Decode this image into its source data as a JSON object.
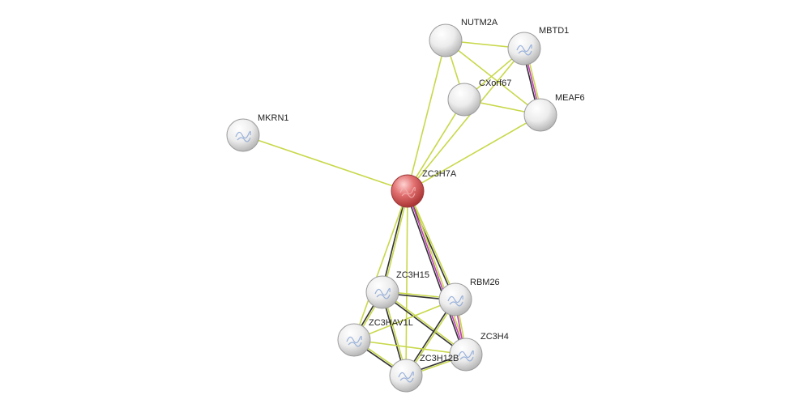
{
  "network": {
    "nodes": [
      {
        "id": "ZC3H7A",
        "label": "ZC3H7A",
        "query": true
      },
      {
        "id": "NUTM2A",
        "label": "NUTM2A"
      },
      {
        "id": "MBTD1",
        "label": "MBTD1",
        "structure": true
      },
      {
        "id": "CXorf67",
        "label": "CXorf67"
      },
      {
        "id": "MEAF6",
        "label": "MEAF6"
      },
      {
        "id": "MKRN1",
        "label": "MKRN1",
        "structure": true
      },
      {
        "id": "ZC3H15",
        "label": "ZC3H15",
        "structure": true
      },
      {
        "id": "RBM26",
        "label": "RBM26",
        "structure": true
      },
      {
        "id": "ZC3HAV1L",
        "label": "ZC3HAV1L",
        "structure": true
      },
      {
        "id": "ZC3H4",
        "label": "ZC3H4",
        "structure": true
      },
      {
        "id": "ZC3H12B",
        "label": "ZC3H12B",
        "structure": true
      }
    ],
    "edges": [
      {
        "a": "NUTM2A",
        "b": "MBTD1",
        "types": [
          "textmining"
        ]
      },
      {
        "a": "NUTM2A",
        "b": "CXorf67",
        "types": [
          "textmining"
        ]
      },
      {
        "a": "NUTM2A",
        "b": "MEAF6",
        "types": [
          "textmining"
        ]
      },
      {
        "a": "NUTM2A",
        "b": "ZC3H7A",
        "types": [
          "textmining"
        ]
      },
      {
        "a": "MBTD1",
        "b": "MEAF6",
        "types": [
          "textmining",
          "experiments",
          "coexpression"
        ]
      },
      {
        "a": "MBTD1",
        "b": "CXorf67",
        "types": [
          "textmining"
        ]
      },
      {
        "a": "MBTD1",
        "b": "ZC3H7A",
        "types": [
          "textmining"
        ]
      },
      {
        "a": "CXorf67",
        "b": "MEAF6",
        "types": [
          "textmining"
        ]
      },
      {
        "a": "CXorf67",
        "b": "ZC3H7A",
        "types": [
          "textmining"
        ]
      },
      {
        "a": "MEAF6",
        "b": "ZC3H7A",
        "types": [
          "textmining"
        ]
      },
      {
        "a": "MKRN1",
        "b": "ZC3H7A",
        "types": [
          "textmining"
        ]
      },
      {
        "a": "ZC3H7A",
        "b": "ZC3H15",
        "types": [
          "textmining",
          "coexpression"
        ]
      },
      {
        "a": "ZC3H7A",
        "b": "RBM26",
        "types": [
          "textmining",
          "coexpression"
        ]
      },
      {
        "a": "ZC3H7A",
        "b": "ZC3HAV1L",
        "types": [
          "textmining"
        ]
      },
      {
        "a": "ZC3H7A",
        "b": "ZC3H4",
        "types": [
          "textmining",
          "experiments",
          "coexpression"
        ]
      },
      {
        "a": "ZC3H7A",
        "b": "ZC3H12B",
        "types": [
          "textmining"
        ]
      },
      {
        "a": "ZC3H15",
        "b": "RBM26",
        "types": [
          "textmining",
          "coexpression"
        ]
      },
      {
        "a": "ZC3H15",
        "b": "ZC3HAV1L",
        "types": [
          "textmining",
          "coexpression"
        ]
      },
      {
        "a": "ZC3H15",
        "b": "ZC3H4",
        "types": [
          "textmining",
          "coexpression"
        ]
      },
      {
        "a": "ZC3H15",
        "b": "ZC3H12B",
        "types": [
          "textmining",
          "coexpression"
        ]
      },
      {
        "a": "RBM26",
        "b": "ZC3H4",
        "types": [
          "textmining",
          "experiments"
        ]
      },
      {
        "a": "RBM26",
        "b": "ZC3HAV1L",
        "types": [
          "textmining"
        ]
      },
      {
        "a": "RBM26",
        "b": "ZC3H12B",
        "types": [
          "textmining",
          "coexpression"
        ]
      },
      {
        "a": "ZC3HAV1L",
        "b": "ZC3H4",
        "types": [
          "textmining"
        ]
      },
      {
        "a": "ZC3HAV1L",
        "b": "ZC3H12B",
        "types": [
          "textmining",
          "coexpression"
        ]
      },
      {
        "a": "ZC3H4",
        "b": "ZC3H12B",
        "types": [
          "textmining",
          "coexpression"
        ]
      }
    ]
  },
  "colors": {
    "textmining": "#c8d84a",
    "experiments": "#c23fbf",
    "coexpression": "#333333",
    "query_node": "#e06060",
    "node": "#e8e8e8"
  },
  "icons": {
    "structure": "protein-structure-icon"
  }
}
